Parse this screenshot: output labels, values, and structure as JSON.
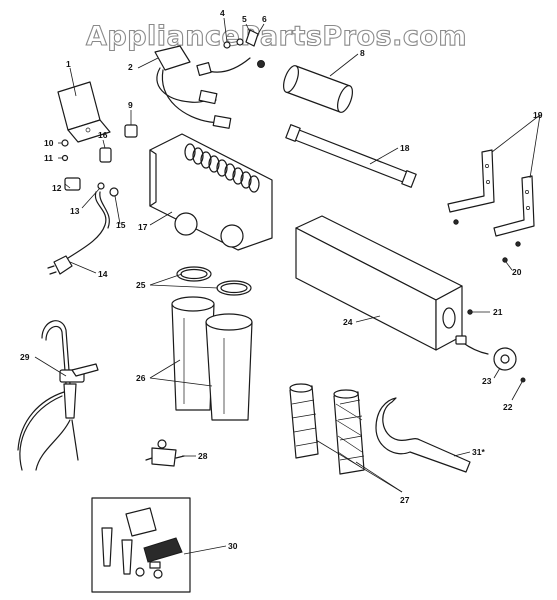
{
  "watermark": "AppliancePartsPros.com",
  "callouts": {
    "c1": "1",
    "c2": "2",
    "c4": "4",
    "c5": "5",
    "c6": "6",
    "c8": "8",
    "c9": "9",
    "c10": "10",
    "c11": "11",
    "c12": "12",
    "c13": "13",
    "c14": "14",
    "c15": "15",
    "c16": "16",
    "c17": "17",
    "c18": "18",
    "c19": "19",
    "c20": "20",
    "c21": "21",
    "c22": "22",
    "c23": "23",
    "c24": "24",
    "c25": "25",
    "c26": "26",
    "c27": "27",
    "c28": "28",
    "c29": "29",
    "c30": "30",
    "c31": "31*"
  }
}
